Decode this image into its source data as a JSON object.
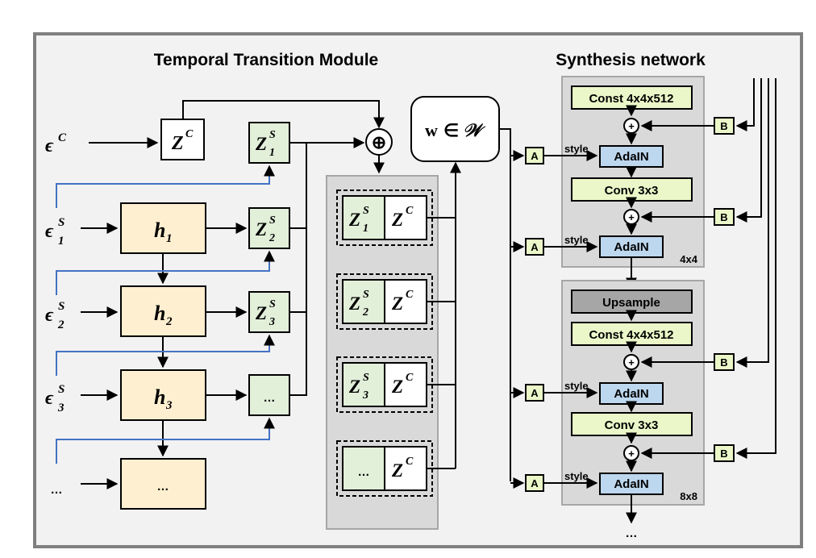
{
  "titles": {
    "temporal": "Temporal Transition Module",
    "synthesis": "Synthesis network"
  },
  "inputs": {
    "epsilon": "ϵ",
    "sup_c": "C",
    "sup_s": "S",
    "sub1": "1",
    "sub2": "2",
    "sub3": "3",
    "ellipsis": "…"
  },
  "temporal": {
    "zc_letter": "Z",
    "zc_sup": "C",
    "h_letter": "h",
    "h_subs": [
      "1",
      "2",
      "3"
    ],
    "h_ellipsis": "…",
    "zs_letter": "Z",
    "zs_sup": "S",
    "zs_subs": [
      "1",
      "2",
      "3"
    ],
    "zs_ellipsis": "…",
    "oplus": "⊕"
  },
  "concat": {
    "pairs": [
      {
        "left_letter": "Z",
        "left_sup": "S",
        "left_sub": "1",
        "right_letter": "Z",
        "right_sup": "C"
      },
      {
        "left_letter": "Z",
        "left_sup": "S",
        "left_sub": "2",
        "right_letter": "Z",
        "right_sup": "C"
      },
      {
        "left_letter": "Z",
        "left_sup": "S",
        "left_sub": "3",
        "right_letter": "Z",
        "right_sup": "C"
      },
      {
        "left_letter": "…",
        "left_sup": "",
        "left_sub": "",
        "right_letter": "Z",
        "right_sup": "C"
      }
    ]
  },
  "wspace": {
    "w": "w",
    "in": "∈",
    "W": "𝒲"
  },
  "synthesis": {
    "block1": {
      "const": "Const 4x4x512",
      "conv": "Conv 3x3",
      "adain": "AdaIN",
      "res": "4x4"
    },
    "block2": {
      "upsample": "Upsample",
      "const": "Const 4x4x512",
      "conv": "Conv 3x3",
      "adain": "AdaIN",
      "res": "8x8"
    },
    "a_label": "A",
    "b_label": "B",
    "style_label": "style",
    "plus": "+",
    "bottom_ellipsis": "…"
  },
  "colors": {
    "green_fill": "#e2efd9",
    "yellow_fill": "#fdefd0",
    "lime_fill": "#ebf7c8",
    "blue_fill": "#bdd7ee",
    "gray_panel": "#d9d9d9",
    "gray_dark": "#a6a6a6",
    "blue_line": "#4472c4",
    "frame_bg": "#f2f2f2",
    "frame_border": "#7f7f7f"
  }
}
